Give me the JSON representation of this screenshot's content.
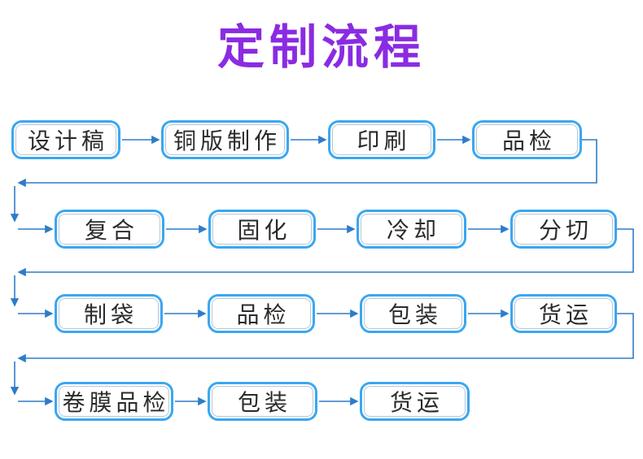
{
  "title": "定制流程",
  "colors": {
    "title_color": "#8a2be2",
    "box_border": "#3aa7f0",
    "box_inner_border": "rgba(110,145,175,0.5)",
    "box_text": "#2b2b2b",
    "connector": "#2d7cc9",
    "background": "#ffffff"
  },
  "rows": [
    {
      "steps": [
        "设计稿",
        "铜版制作",
        "印刷",
        "品检"
      ]
    },
    {
      "steps": [
        "复合",
        "固化",
        "冷却",
        "分切"
      ]
    },
    {
      "steps": [
        "制袋",
        "品检",
        "包装",
        "货运"
      ]
    },
    {
      "steps": [
        "卷膜品检",
        "包装",
        "货运"
      ]
    }
  ]
}
